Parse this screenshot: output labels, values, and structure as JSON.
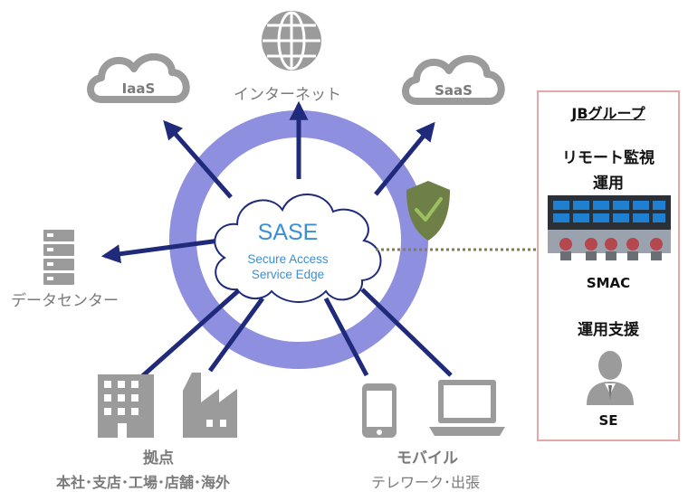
{
  "cloud_iaas": "IaaS",
  "cloud_saas": "SaaS",
  "internet_label": "インターネット",
  "datacenter_label": "データセンター",
  "sase": {
    "title": "SASE",
    "line1": "Secure Access",
    "line2": "Service Edge"
  },
  "sites": {
    "title": "拠点",
    "subtitle": "本社･支店･工場･店舗･海外"
  },
  "mobile": {
    "title": "モバイル",
    "subtitle": "テレワーク･出張"
  },
  "jb_panel": {
    "title": "JBグループ",
    "monitoring_line1": "リモート監視",
    "monitoring_line2": "運用",
    "smac": "SMAC",
    "support": "運用支援",
    "se": "SE"
  },
  "colors": {
    "ring": "#8f8fe0",
    "arrow": "#1f2a7a",
    "icon_gray": "#9b9b9b",
    "shield": "#6f7f48",
    "panel_border": "#e8a7a7",
    "sase_text": "#3b8fd6"
  },
  "icons": [
    "globe-icon",
    "cloud-icon",
    "server-icon",
    "building-icon",
    "factory-icon",
    "smartphone-icon",
    "laptop-icon",
    "shield-check-icon",
    "person-icon",
    "server-rack-icon"
  ]
}
